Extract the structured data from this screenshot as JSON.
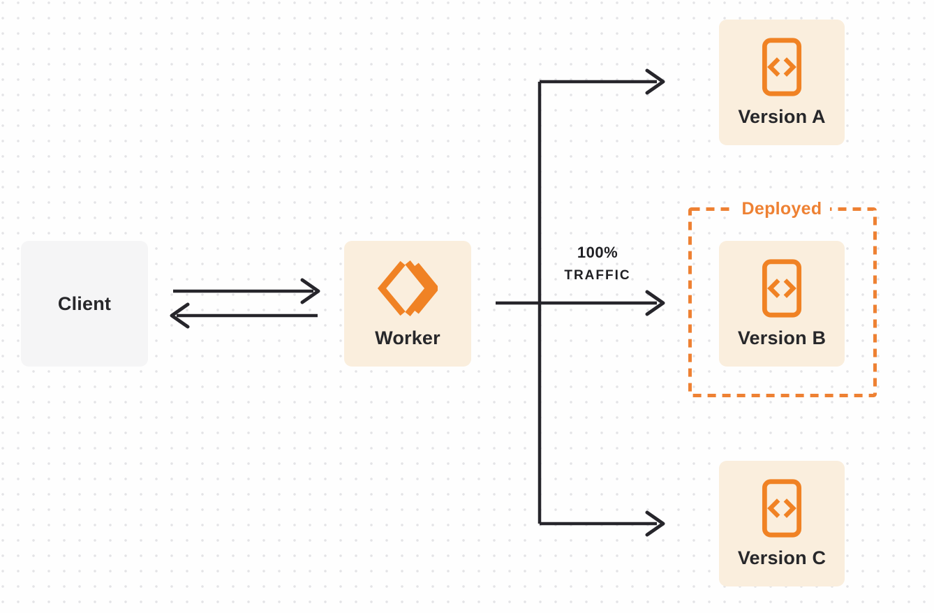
{
  "page": {
    "background_color": "#fefefe",
    "dot_grid_color": "#e3e3e6"
  },
  "colors": {
    "node_cream_bg": "#faeedd",
    "node_gray_bg": "#f5f5f6",
    "icon_orange": "#f08224",
    "deployed_border_orange": "#ee8133",
    "arrow_black": "#26252b",
    "text_dark": "#27272a"
  },
  "nodes": {
    "client": {
      "label": "Client"
    },
    "worker": {
      "label": "Worker",
      "icon": "cloudflare-workers-logo"
    },
    "version_a": {
      "label": "Version A",
      "icon": "code-document-icon"
    },
    "version_b": {
      "label": "Version B",
      "icon": "code-document-icon"
    },
    "version_c": {
      "label": "Version C",
      "icon": "code-document-icon"
    }
  },
  "annotations": {
    "deployed_label": "Deployed",
    "traffic_label_line1": "100%",
    "traffic_label_line2": "TRAFFIC"
  },
  "edges": [
    {
      "from": "client",
      "to": "worker",
      "type": "request-arrow"
    },
    {
      "from": "worker",
      "to": "client",
      "type": "response-arrow"
    },
    {
      "from": "worker",
      "to": "version_a",
      "type": "arrow"
    },
    {
      "from": "worker",
      "to": "version_b",
      "type": "arrow",
      "label": "100% TRAFFIC"
    },
    {
      "from": "worker",
      "to": "version_c",
      "type": "arrow"
    }
  ],
  "groups": [
    {
      "label": "Deployed",
      "contains": [
        "version_b"
      ],
      "style": "dashed-orange"
    }
  ]
}
